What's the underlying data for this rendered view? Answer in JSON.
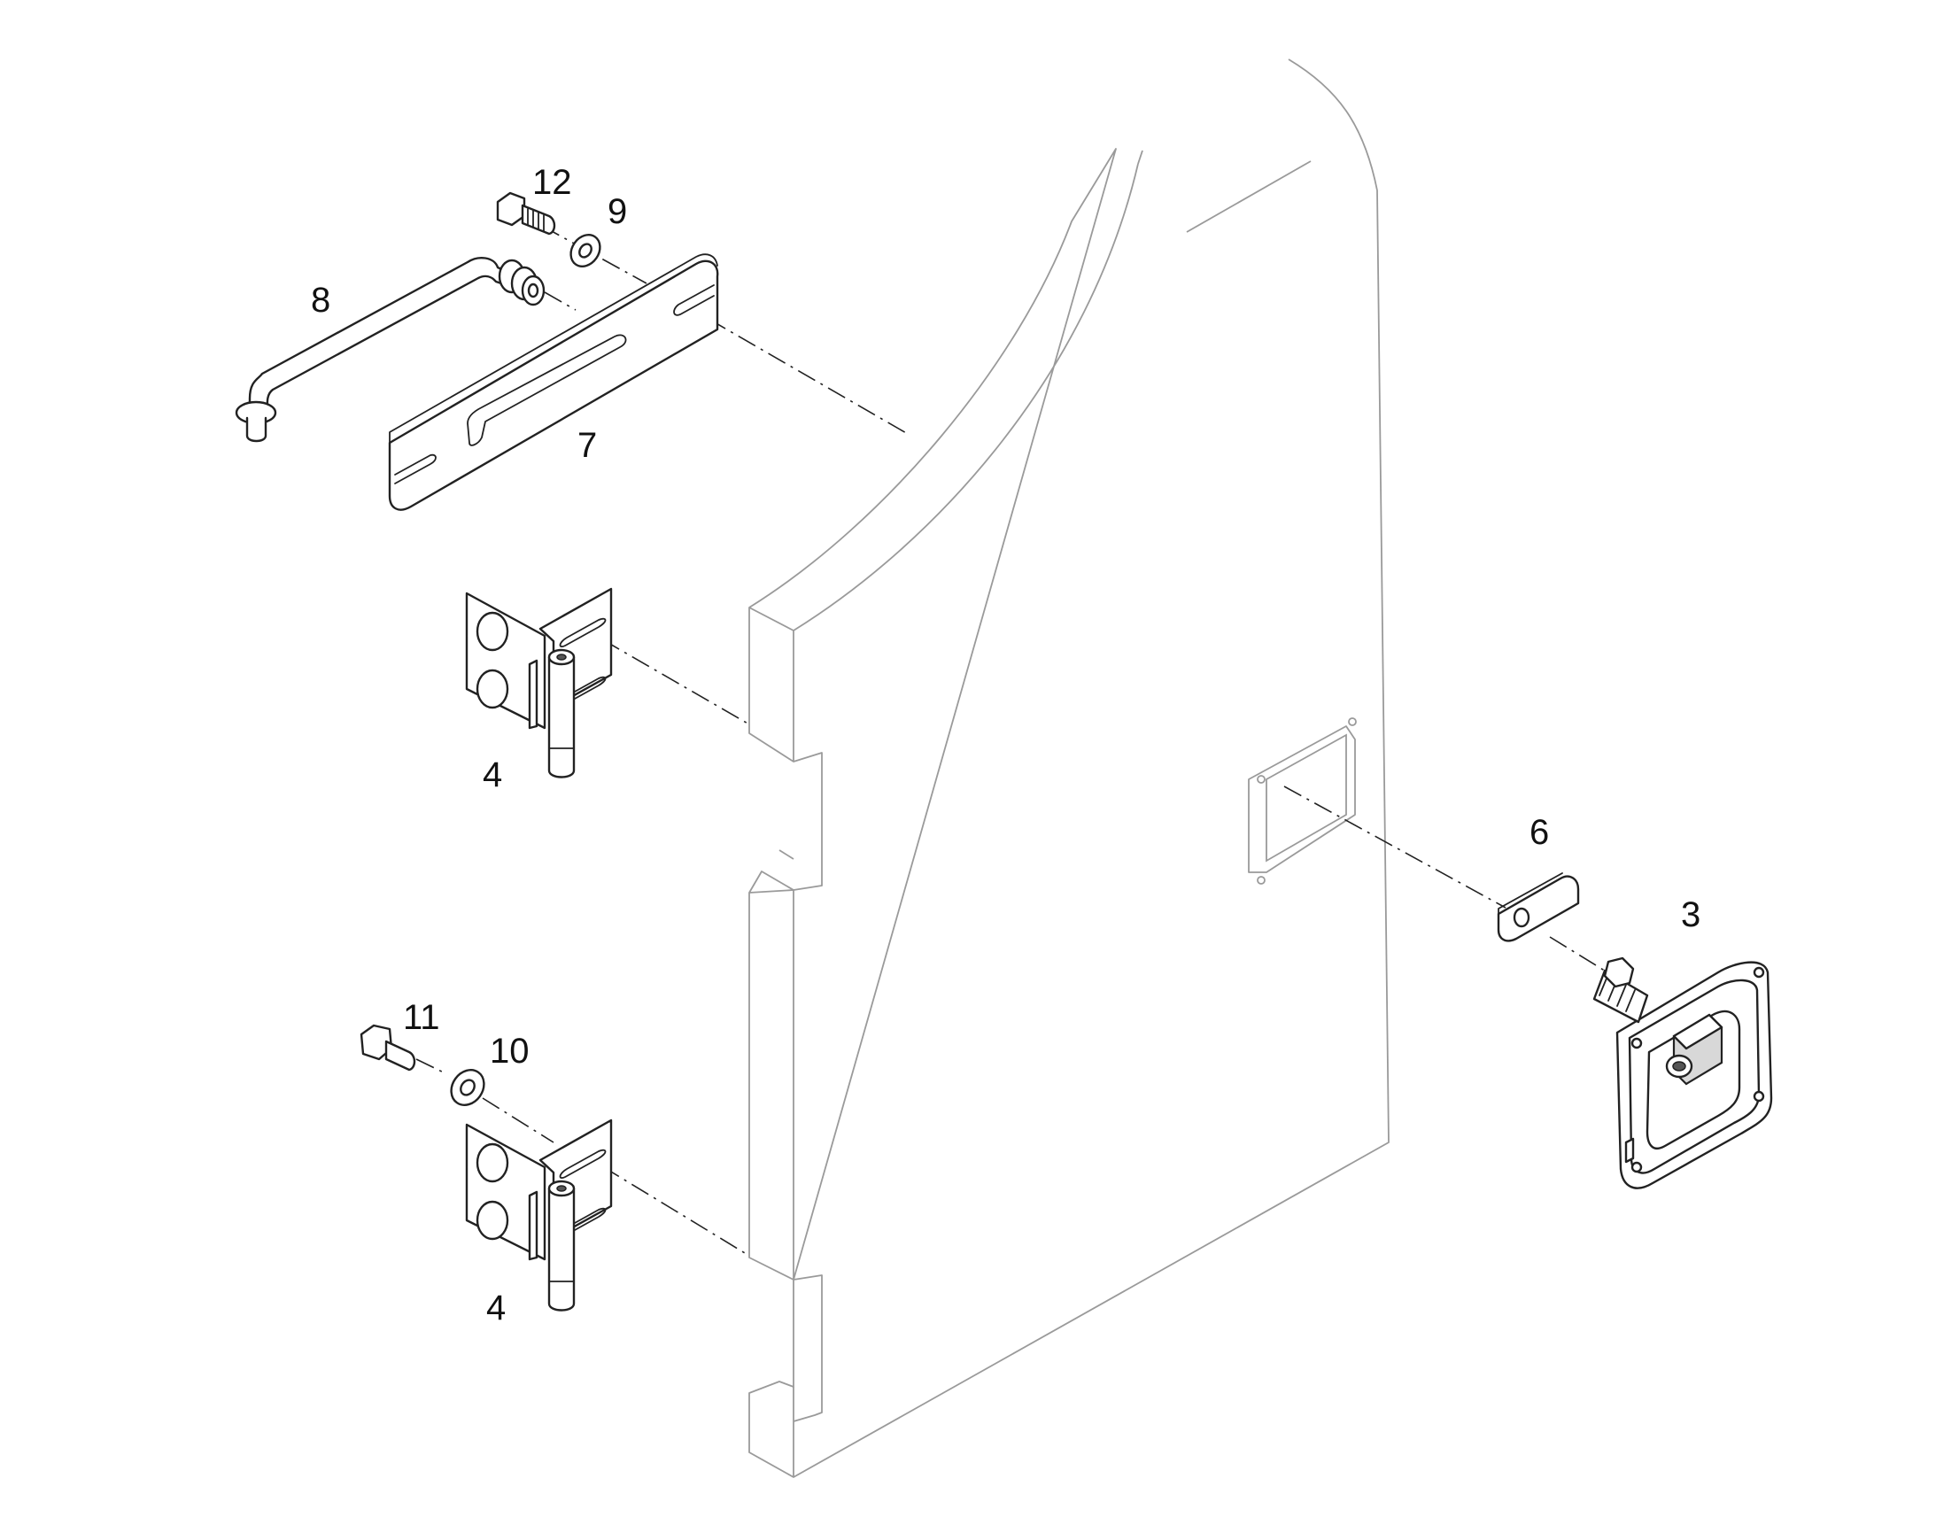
{
  "callouts": {
    "item_12": "12",
    "item_9": "9",
    "item_8": "8",
    "item_7": "7",
    "item_4_upper": "4",
    "item_4_lower": "4",
    "item_6": "6",
    "item_3": "3",
    "item_11": "11",
    "item_10": "10"
  },
  "colors": {
    "part_outline": "#222222",
    "door_outline": "#9a9a9a",
    "background": "#ffffff"
  }
}
